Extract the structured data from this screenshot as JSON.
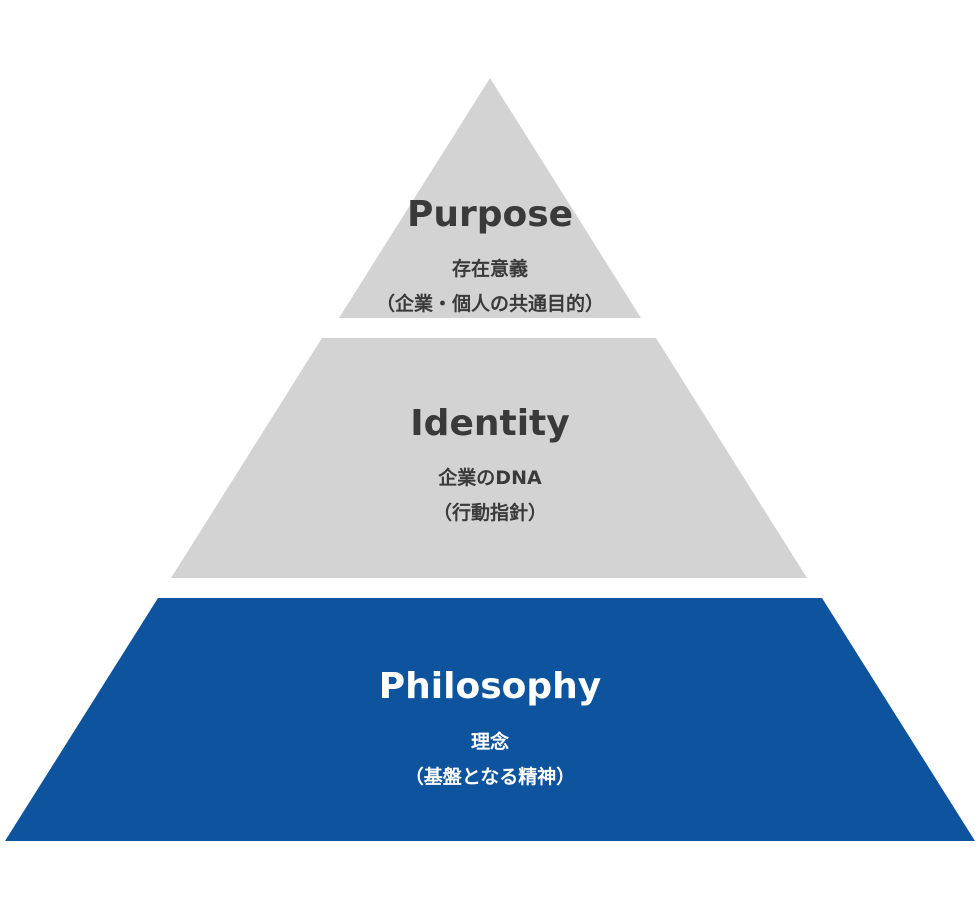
{
  "colors": {
    "tier_gray": "#d3d3d3",
    "tier_blue": "#0d539e",
    "text_dark": "#3a3a3a",
    "text_light": "#ffffff",
    "background": "#ffffff"
  },
  "tiers": [
    {
      "title": "Purpose",
      "subtitle": "存在意義",
      "note": "（企業・個人の共通目的）"
    },
    {
      "title": "Identity",
      "subtitle": "企業のDNA",
      "note": "（行動指針）"
    },
    {
      "title": "Philosophy",
      "subtitle": "理念",
      "note": "（基盤となる精神）"
    }
  ]
}
